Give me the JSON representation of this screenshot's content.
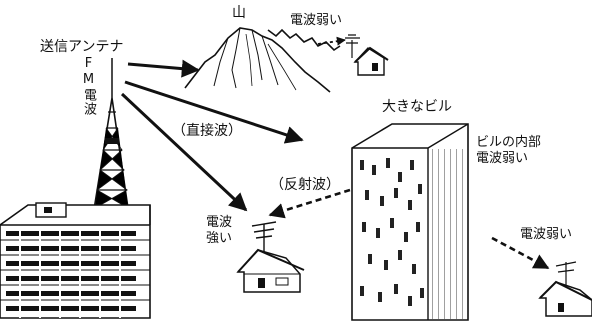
{
  "labels": {
    "antenna": "送信アンテナ",
    "fm_wave": "FM電波",
    "mountain": "山",
    "weak_behind_mountain": "電波弱い",
    "direct_wave": "（直接波）",
    "reflected_wave": "（反射波）",
    "big_building": "大きなビル",
    "inside_building_line1": "ビルの内部",
    "inside_building_line2": "電波弱い",
    "strong_line1": "電波",
    "strong_line2": "強い",
    "weak_behind_building": "電波弱い"
  },
  "colors": {
    "ink": "#111111",
    "paper": "#ffffff",
    "window": "#222222"
  }
}
